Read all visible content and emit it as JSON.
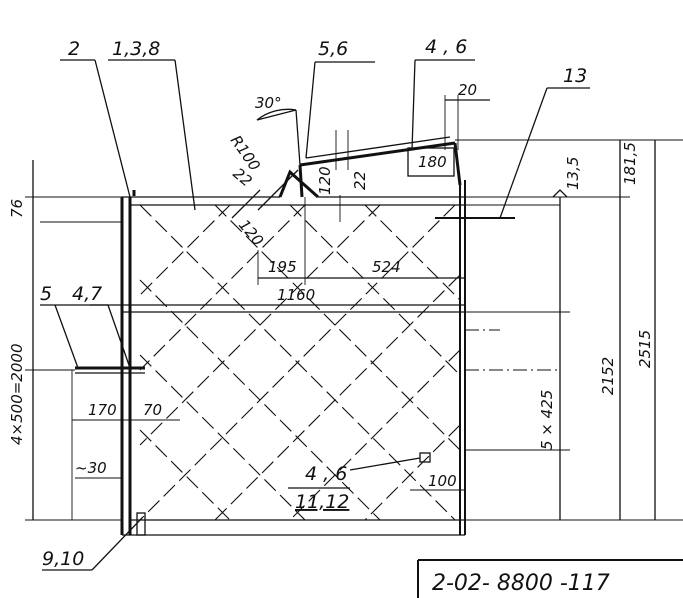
{
  "callouts": {
    "c2": "2",
    "c138": "1,3,8",
    "c56": "5,6",
    "c46_top": "4 , 6",
    "c13": "13",
    "c5": "5",
    "c47": "4,7",
    "c46_bottom": "4 , 6",
    "c1112": "11,12",
    "c910": "9,10"
  },
  "dimensions": {
    "d30deg": "30°",
    "r100": "R100",
    "d22a": "22",
    "d120a": "120",
    "d120b": "120",
    "d22b": "22",
    "d180": "180",
    "d20": "20",
    "d13_5": "13,5",
    "d181_5": "181,5",
    "d76": "76",
    "d195": "195",
    "d524": "524",
    "d1160": "1160",
    "d4x500": "4×500=2000",
    "d170": "170",
    "d70": "70",
    "d30": "~30",
    "d100": "100",
    "d5x425": "5 × 425",
    "d2152": "2152",
    "d2515": "2515"
  },
  "title_block": {
    "code": "2-02- 8800 -117"
  }
}
